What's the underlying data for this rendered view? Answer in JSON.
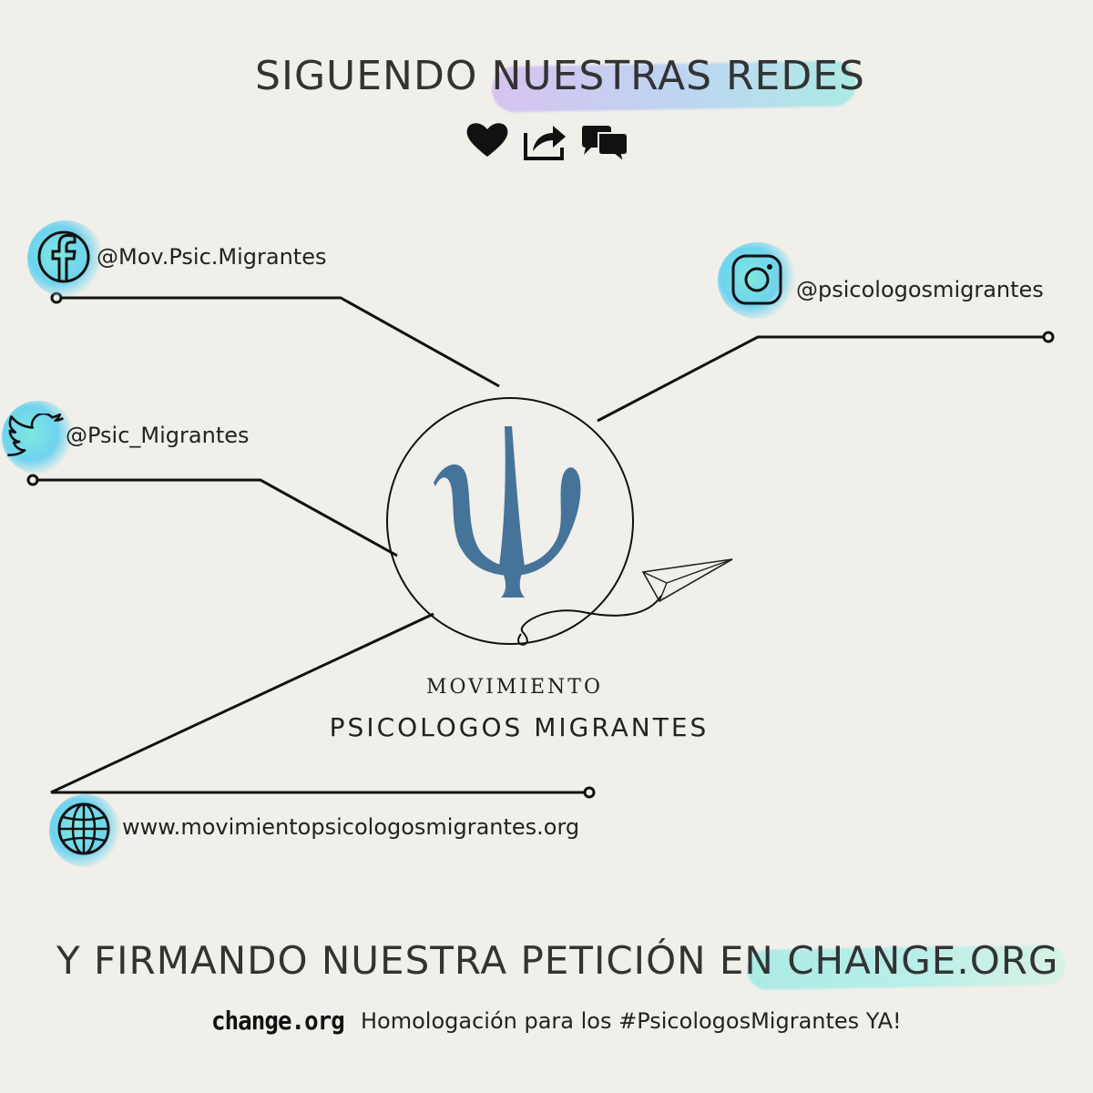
{
  "header": {
    "title": "SIGUENDO NUESTRAS REDES",
    "icons": [
      "heart-icon",
      "share-icon",
      "comments-icon"
    ]
  },
  "socials": {
    "facebook": {
      "icon": "facebook-icon",
      "handle": "@Mov.Psic.Migrantes"
    },
    "instagram": {
      "icon": "instagram-icon",
      "handle": "@psicologosmigrantes"
    },
    "twitter": {
      "icon": "twitter-icon",
      "handle": "@Psic_Migrantes"
    },
    "website": {
      "icon": "globe-icon",
      "handle": "www.movimientopsicologosmigrantes.org"
    }
  },
  "organization": {
    "logo_symbol": "Ψ",
    "line1": "MOVIMIENTO",
    "line2": "PSICOLOGOS MIGRANTES"
  },
  "footer": {
    "call_to_action": "Y FIRMANDO NUESTRA PETICIÓN EN CHANGE.ORG",
    "change_logo": "change.org",
    "petition_text": "Homologación para los #PsicologosMigrantes YA!"
  },
  "colors": {
    "background": "#f0efea",
    "logo_blue": "#45739a",
    "accent_cyan": "#7ee8e0",
    "accent_blue": "#6fd3ee",
    "accent_violet": "#c7a6f2"
  }
}
